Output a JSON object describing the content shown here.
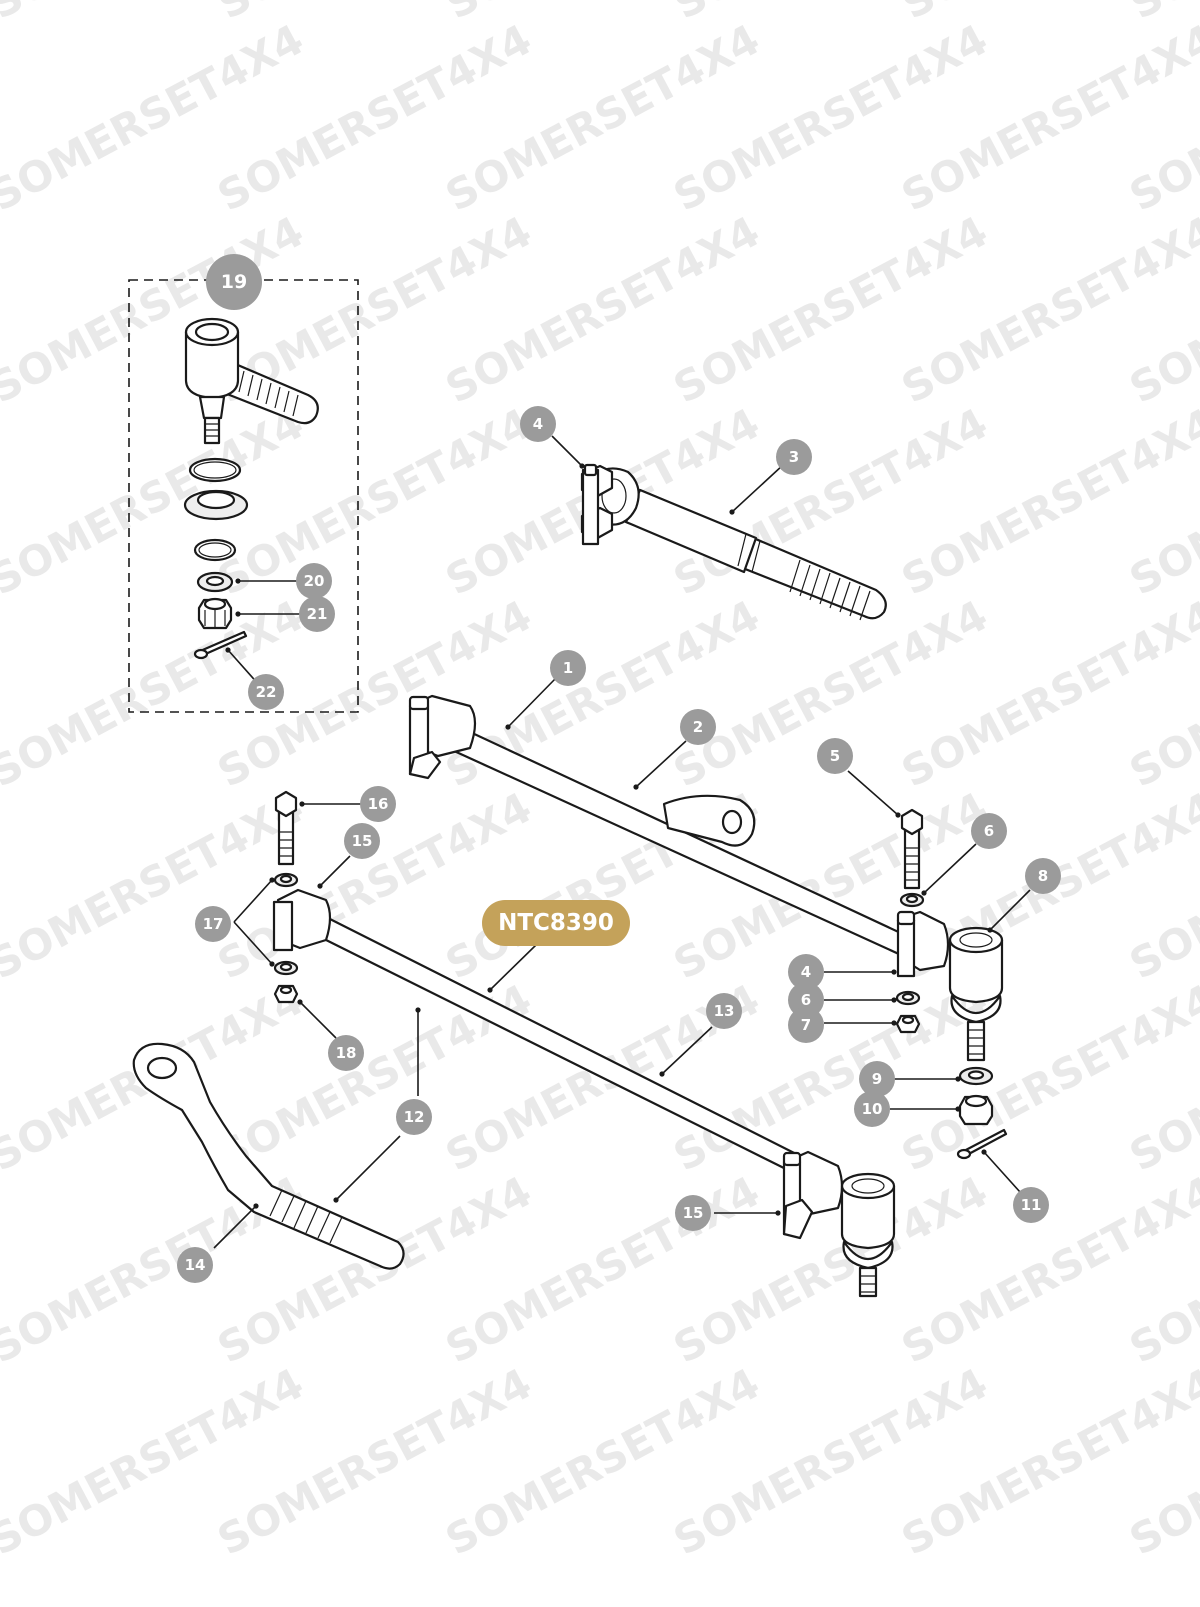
{
  "watermark": {
    "text": "SOMERSET4X4"
  },
  "kit_number": "NTC8390",
  "callouts": [
    {
      "id": "c19",
      "label": "19"
    },
    {
      "id": "c20",
      "label": "20"
    },
    {
      "id": "c21",
      "label": "21"
    },
    {
      "id": "c22",
      "label": "22"
    },
    {
      "id": "c4a",
      "label": "4"
    },
    {
      "id": "c3",
      "label": "3"
    },
    {
      "id": "c1",
      "label": "1"
    },
    {
      "id": "c2",
      "label": "2"
    },
    {
      "id": "c5",
      "label": "5"
    },
    {
      "id": "c6a",
      "label": "6"
    },
    {
      "id": "c8",
      "label": "8"
    },
    {
      "id": "c16",
      "label": "16"
    },
    {
      "id": "c15a",
      "label": "15"
    },
    {
      "id": "c17",
      "label": "17"
    },
    {
      "id": "c18",
      "label": "18"
    },
    {
      "id": "c4b",
      "label": "4"
    },
    {
      "id": "c6b",
      "label": "6"
    },
    {
      "id": "c7",
      "label": "7"
    },
    {
      "id": "c13",
      "label": "13"
    },
    {
      "id": "c9",
      "label": "9"
    },
    {
      "id": "c10",
      "label": "10"
    },
    {
      "id": "c12",
      "label": "12"
    },
    {
      "id": "c11",
      "label": "11"
    },
    {
      "id": "c15b",
      "label": "15"
    },
    {
      "id": "c14",
      "label": "14"
    }
  ]
}
